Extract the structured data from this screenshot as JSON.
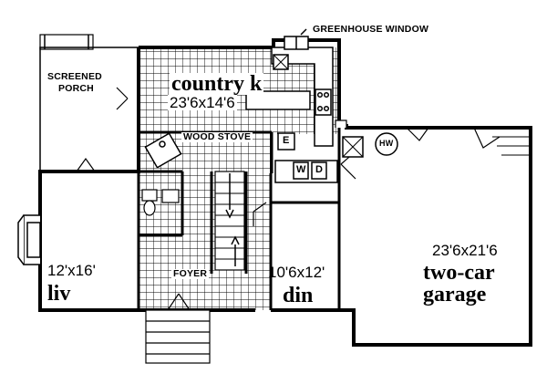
{
  "rooms": {
    "kitchen": {
      "name": "country k",
      "dims": "23'6x14'6"
    },
    "living": {
      "name": "liv",
      "dims": "12'x16'"
    },
    "dining": {
      "name": "din",
      "dims": "10'6x12'"
    },
    "garage": {
      "name_line1": "two-car",
      "name_line2": "garage",
      "dims": "23'6x21'6"
    },
    "porch": {
      "line1": "SCREENED",
      "line2": "PORCH"
    }
  },
  "annotations": {
    "greenhouse": "GREENHOUSE WINDOW",
    "wood_stove": "WOOD STOVE",
    "foyer": "FOYER",
    "water_heater": "HW",
    "washer": "W",
    "dryer": "D",
    "refrigerator": "E"
  },
  "colors": {
    "ink": "#000000",
    "paper": "#ffffff"
  }
}
